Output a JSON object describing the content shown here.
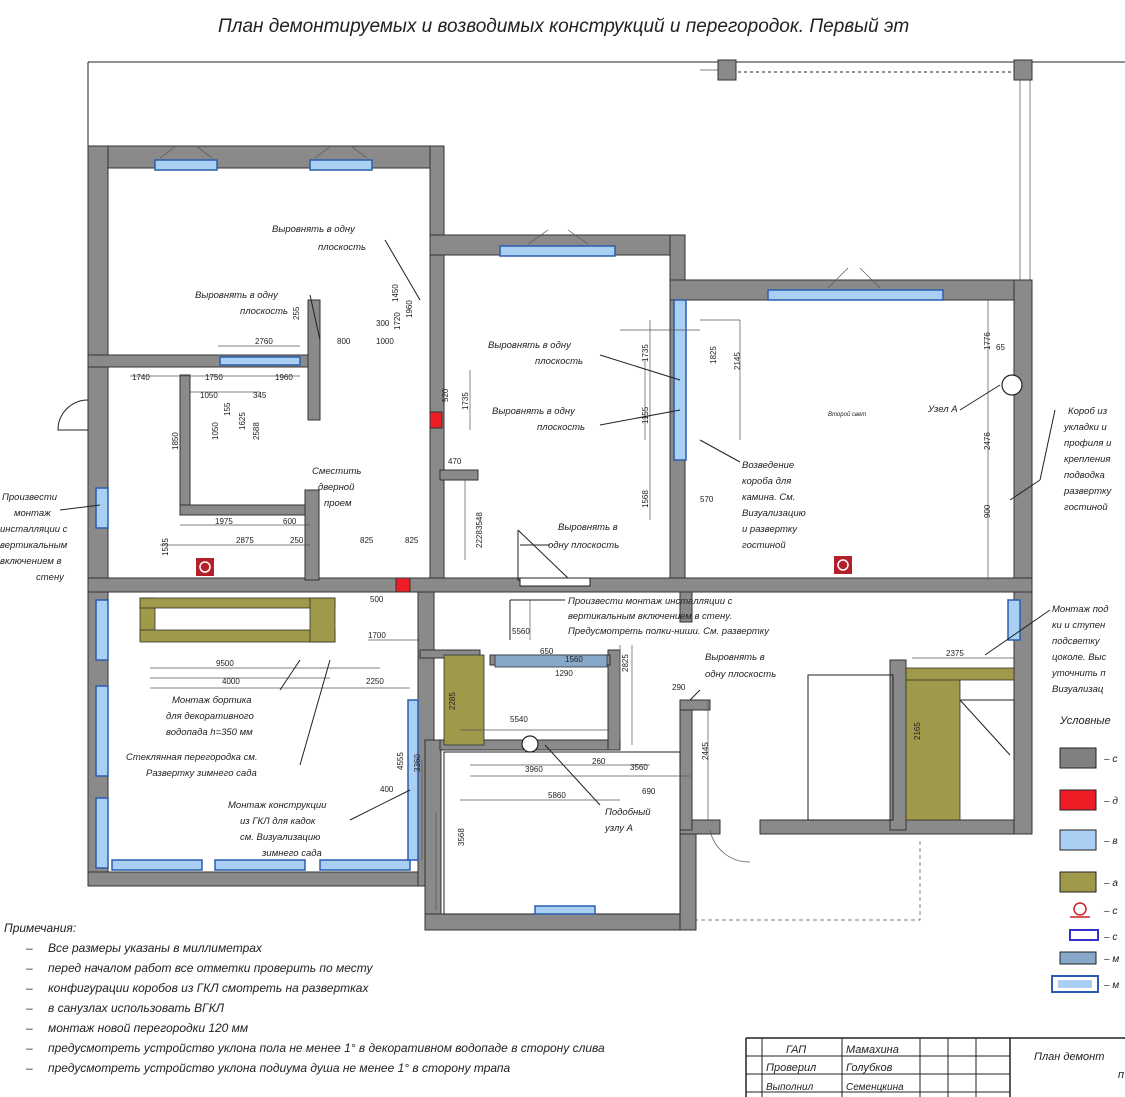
{
  "title": "План демонтируемых и возводимых конструкций и перегородок. Первый эт",
  "annotations": {
    "align_1": [
      "Выровнять в одну",
      "плоскость"
    ],
    "align_2": [
      "Выровнять в одну",
      "плоскость"
    ],
    "align_3": [
      "Выровнять в одну",
      "плоскость"
    ],
    "align_4": [
      "Выровнять в одну",
      "плоскость"
    ],
    "align_5": [
      "Выровнять в",
      "одну плоскость"
    ],
    "align_6": [
      "Выровнять в",
      "одну плоскость"
    ],
    "shift_door": [
      "Сместить",
      "дверной",
      "проем"
    ],
    "fireplace": [
      "Возведение",
      "короба для",
      "камина. См.",
      "Визуализацию",
      "и развертку",
      "гостиной"
    ],
    "node_a": "Узел А",
    "left_install": [
      "Произвести",
      "монтаж",
      "инсталляции с",
      "вертикальным",
      "включением в",
      "стену"
    ],
    "install_center": [
      "Произвести монтаж инсталляции с",
      "вертикальным включением в стену.",
      "Предусмотреть полки-ниши. См. развертку"
    ],
    "curb": [
      "Монтаж бортика",
      "для декоративного",
      "водопада h=350 мм"
    ],
    "glass": [
      "Стеклянная перегородка см.",
      "Развертку зимнего сада"
    ],
    "gkl": [
      "Монтаж конструкции",
      "из ГКЛ для кадок",
      "см. Визуализацию",
      "зимнего сада"
    ],
    "similar_node": [
      "Подобный",
      "узлу А"
    ],
    "right_box": [
      "Короб из",
      "укладки и",
      "профиля и",
      "крепления",
      "подводка",
      "развертку",
      "гостиной"
    ],
    "right_stair": [
      "Монтаж под",
      "ки и ступен",
      "подсветку",
      "цоколе. Выс",
      "уточнить п",
      "Визуализац"
    ],
    "mezzanine_small": "Второй свет"
  },
  "dimensions": [
    "1450",
    "1960",
    "1720",
    "2760",
    "800",
    "300",
    "1000",
    "255",
    "1740",
    "1750",
    "1960",
    "2588",
    "1625",
    "155",
    "1050",
    "345",
    "1850",
    "1050",
    "1975",
    "600",
    "1535",
    "2875",
    "250",
    "825",
    "500",
    "825",
    "520",
    "1735",
    "3548",
    "470",
    "2228",
    "1568",
    "1735",
    "1155",
    "1825",
    "2145",
    "570",
    "65",
    "1776",
    "2476",
    "900",
    "5560",
    "1560",
    "650",
    "2825",
    "1290",
    "9500",
    "4000",
    "2250",
    "1700",
    "4555",
    "3360",
    "2285",
    "5540",
    "400",
    "3960",
    "3560",
    "260",
    "5860",
    "3568",
    "2445",
    "290",
    "690",
    "2375",
    "2165"
  ],
  "legend": {
    "title": "Условные",
    "items": [
      "– с",
      "– д",
      "– в",
      "– а",
      "– с",
      "– с",
      "– м",
      "– м"
    ],
    "colors": [
      "#808080",
      "#ee1c24",
      "#a9cff2",
      "#9e9a4a",
      "#cc2222",
      "#3333cc",
      "#87a8c8",
      "#5577aa"
    ]
  },
  "notes": {
    "heading": "Примечания:",
    "items": [
      "Все размеры указаны в миллиметрах",
      "перед началом работ все отметки проверить по месту",
      "конфигурации коробов из ГКЛ смотреть на развертках",
      "в санузлах использовать ВГКЛ",
      "монтаж новой перегородки 120 мм",
      "предусмотреть устройство уклона пола не менее 1° в декоративном водопаде в сторону слива",
      "предусмотреть устройство уклона подиума душа не менее 1° в сторону трапа"
    ]
  },
  "stamp": {
    "rows": [
      {
        "role": "ГАП",
        "name": "Мамахина"
      },
      {
        "role": "Проверил",
        "name": "Голубков"
      },
      {
        "role": "Выполнил",
        "name": "Семенцкина"
      }
    ],
    "sheet_title": [
      "План демонт",
      "п"
    ]
  },
  "colors": {
    "wall": "#8a8a8a",
    "window": "#a9cff2",
    "demolish": "#ee1c24",
    "new_construction": "#9e9a4a"
  }
}
